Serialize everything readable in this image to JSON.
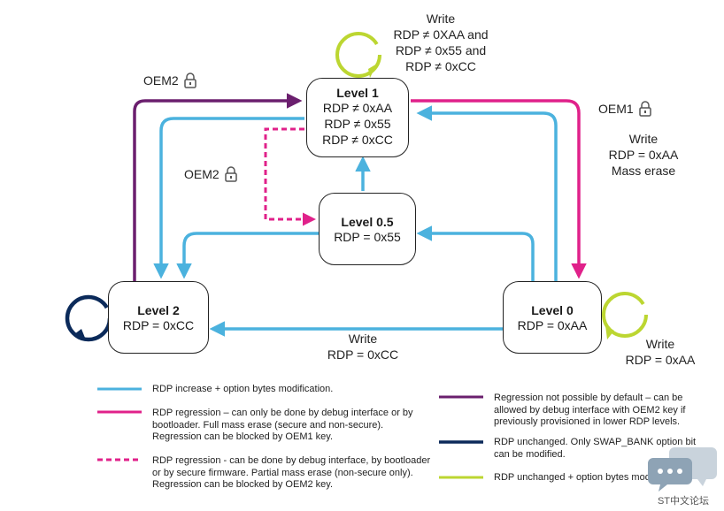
{
  "colors": {
    "blue": "#4bb2de",
    "magenta": "#e0218a",
    "purple": "#6b1f6e",
    "navy": "#0b2a5a",
    "lime": "#bcd631"
  },
  "boxes": {
    "level1": {
      "title": "Level 1",
      "lines": [
        "RDP ≠ 0xAA",
        "RDP  ≠ 0x55",
        "RDP  ≠ 0xCC"
      ]
    },
    "level05": {
      "title": "Level 0.5",
      "lines": [
        "RDP = 0x55"
      ]
    },
    "level2": {
      "title": "Level 2",
      "lines": [
        "RDP = 0xCC"
      ]
    },
    "level0": {
      "title": "Level 0",
      "lines": [
        "RDP = 0xAA"
      ]
    }
  },
  "labels": {
    "top_write": [
      "Write",
      "RDP ≠ 0XAA and",
      "RDP ≠ 0x55 and",
      "RDP ≠ 0xCC"
    ],
    "right_write": [
      "Write",
      "RDP = 0xAA",
      "Mass erase"
    ],
    "bottom_write": [
      "Write",
      "RDP = 0xCC"
    ],
    "level0_write": [
      "Write",
      "RDP = 0xAA"
    ],
    "oem2_top": "OEM2",
    "oem2_mid": "OEM2",
    "oem1": "OEM1"
  },
  "legend": [
    {
      "style": "blue",
      "text": "RDP increase + option bytes modification."
    },
    {
      "style": "magenta",
      "text": "RDP regression – can only be done by debug interface or by bootloader. Full mass erase (secure and non-secure). Regression can be blocked by OEM1 key."
    },
    {
      "style": "magenta-dashed",
      "text": "RDP regression - can be done by debug interface, by bootloader or by secure firmware. Partial mass erase (non-secure only). Regression can be blocked by OEM2 key."
    },
    {
      "style": "purple",
      "text": "Regression not possible by default – can be allowed by debug interface with OEM2 key if previously provisioned in lower RDP levels."
    },
    {
      "style": "navy",
      "text": "RDP unchanged. Only SWAP_BANK option bit can be modified."
    },
    {
      "style": "lime",
      "text": "RDP unchanged + option bytes modification."
    }
  ],
  "watermark": {
    "text": "ST中文论坛"
  }
}
